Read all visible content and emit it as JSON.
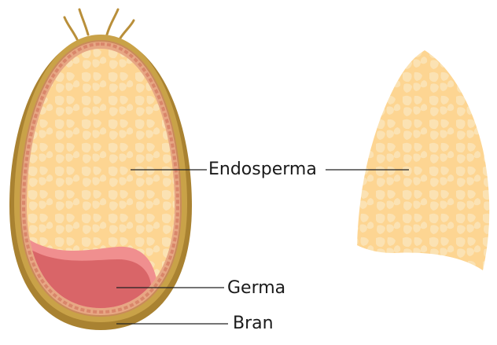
{
  "labels": {
    "endosperma": "Endosperma",
    "germa": "Germa",
    "bran": "Bran"
  },
  "colors": {
    "bran_outer": "#c9a248",
    "bran_dark": "#a98231",
    "hull_line": "#c98a5a",
    "aleurone": "#e6a488",
    "endosperm_fill": "#fdd592",
    "endosperm_cell": "#fbe2b3",
    "germ_light": "#f08f8f",
    "germ_dark": "#d96568",
    "line": "#222222"
  }
}
